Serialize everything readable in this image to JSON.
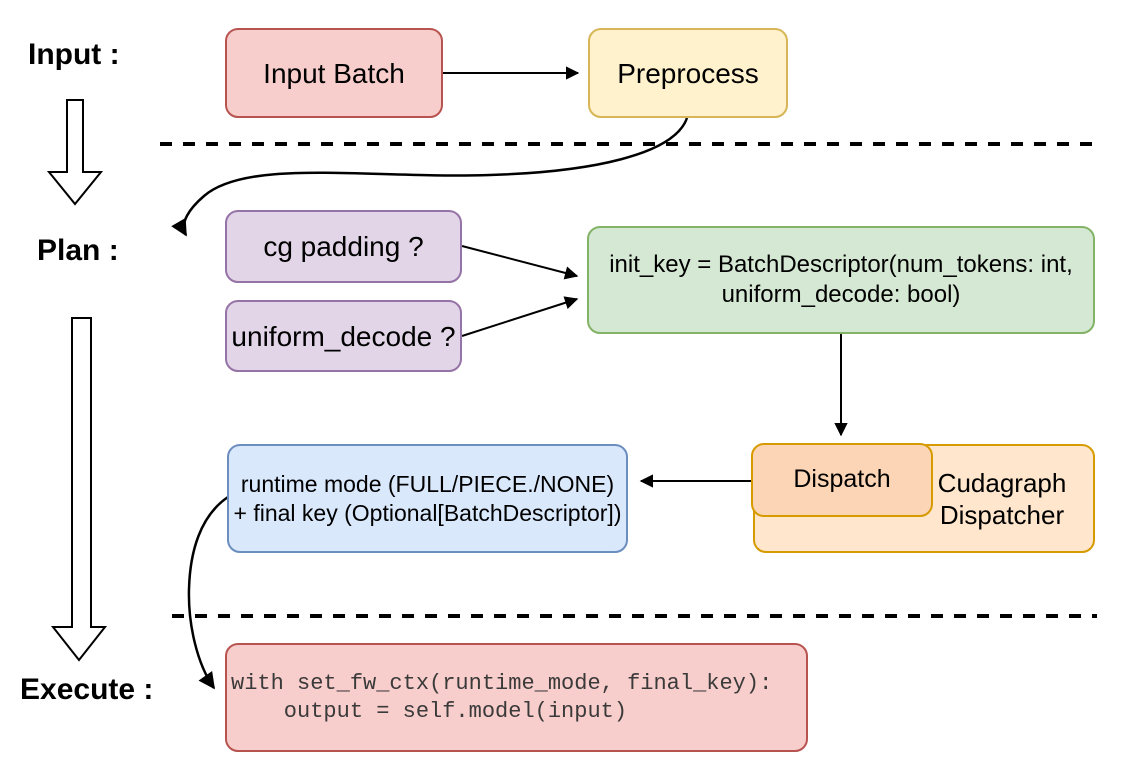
{
  "palette": {
    "red_fill": "#f8cecc",
    "red_stroke": "#b85450",
    "yellow_fill": "#fff2cc",
    "yellow_stroke": "#d6b656",
    "purple_fill": "#e1d5e7",
    "purple_stroke": "#9673a6",
    "green_fill": "#d5e8d4",
    "green_stroke": "#82b366",
    "blue_fill": "#dae8fc",
    "blue_stroke": "#6c8ebf",
    "orange_fill": "#ffe6cc",
    "orange_inner_fill": "#fbd5b5",
    "orange_stroke": "#d79b00",
    "connector": "#000000",
    "code_text": "#3a3a3a"
  },
  "stages": {
    "input_label": "Input :",
    "plan_label": "Plan :",
    "execute_label": "Execute :"
  },
  "nodes": {
    "input_batch": {
      "label": "Input Batch"
    },
    "preprocess": {
      "label": "Preprocess"
    },
    "cg_padding": {
      "label": "cg padding ?"
    },
    "uniform_decode": {
      "label": "uniform_decode ?"
    },
    "init_key": {
      "line1": "init_key = BatchDescriptor(num_tokens: int,",
      "line2": "uniform_decode: bool)"
    },
    "dispatch": {
      "label": "Dispatch"
    },
    "cudagraph_dispatcher": {
      "label": "Cudagraph Dispatcher"
    },
    "runtime_mode": {
      "line1": "runtime mode (FULL/PIECE./NONE)",
      "line2": "+ final key (Optional[BatchDescriptor])"
    },
    "execute_code": {
      "line1": "with set_fw_ctx(runtime_mode, final_key):",
      "line2": "    output = self.model(input)"
    }
  }
}
